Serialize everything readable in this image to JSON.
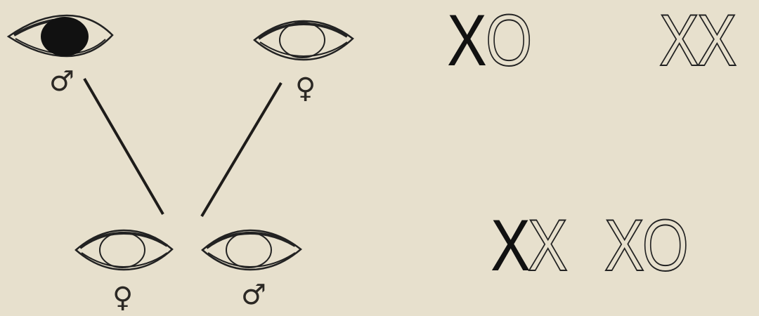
{
  "pedigree": {
    "parents": [
      {
        "id": "father",
        "sex_symbol": "♂",
        "eye": "dark"
      },
      {
        "id": "mother",
        "sex_symbol": "♀",
        "eye": "light"
      }
    ],
    "offspring": [
      {
        "id": "daughter",
        "sex_symbol": "♀",
        "eye": "light"
      },
      {
        "id": "son",
        "sex_symbol": "♂",
        "eye": "light"
      }
    ]
  },
  "chromosomes": {
    "father": {
      "solid": "X",
      "hollow": "O"
    },
    "mother": {
      "hollow": "XX"
    },
    "daughter": {
      "solid": "X",
      "hollow": "X"
    },
    "son": {
      "hollow": "XO"
    }
  },
  "colors": {
    "background": "#e7e0cd",
    "ink": "#222222",
    "pupil_dark": "#111111"
  }
}
